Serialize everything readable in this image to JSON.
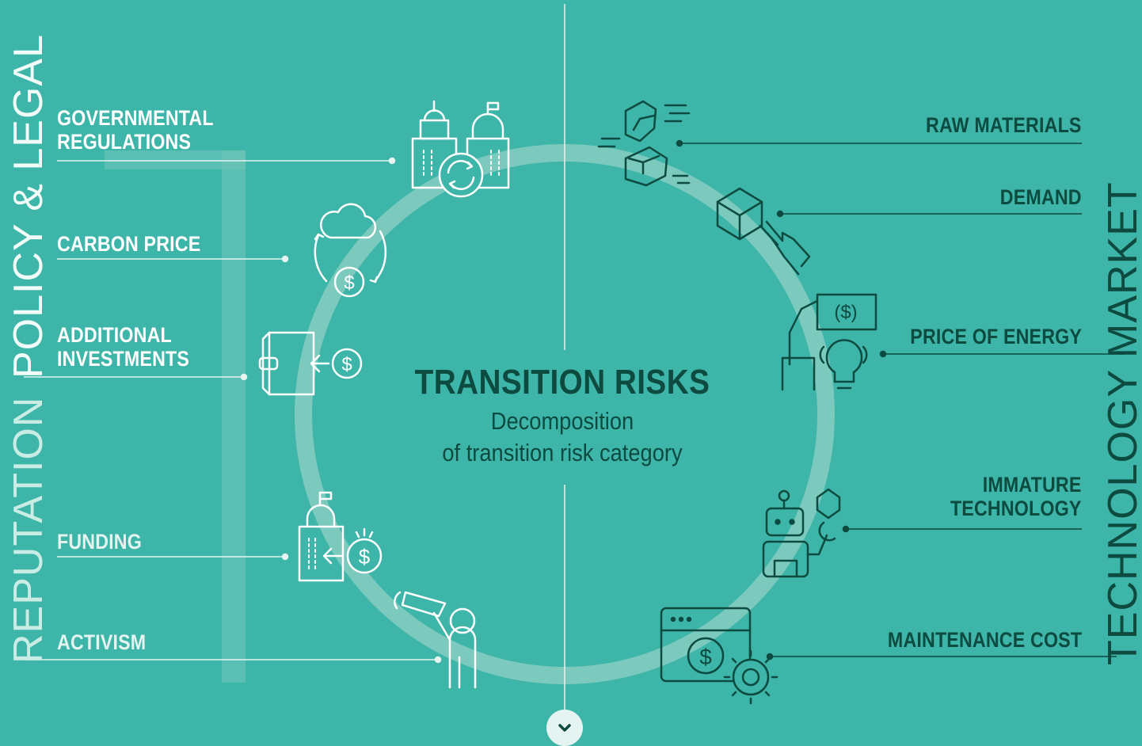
{
  "center": {
    "title": "TRANSITION RISKS",
    "subtitle": "Decomposition\nof transition risk category"
  },
  "categories": {
    "policy_legal": "POLICY & LEGAL",
    "reputation": "REPUTATION",
    "market": "MARKET",
    "technology": "TECHNOLOGY"
  },
  "left_items": {
    "governmental_regulations": "GOVERNMENTAL\nREGULATIONS",
    "carbon_price": "CARBON PRICE",
    "additional_investments": "ADDITIONAL\nINVESTMENTS",
    "funding": "FUNDING",
    "activism": "ACTIVISM"
  },
  "right_items": {
    "raw_materials": "RAW MATERIALS",
    "demand": "DEMAND",
    "price_of_energy": "PRICE OF ENERGY",
    "immature_technology": "IMMATURE\nTECHNOLOGY",
    "maintenance_cost": "MAINTENANCE COST"
  },
  "icons": {
    "governmental_regulations": "government-buildings-refresh-icon",
    "carbon_price": "cloud-dollar-cycle-icon",
    "additional_investments": "wallet-dollar-icon",
    "funding": "building-dollar-icon",
    "activism": "megaphone-person-icon",
    "raw_materials": "rocks-icon",
    "demand": "box-hand-icon",
    "price_of_energy": "hand-money-lightbulb-icon",
    "immature_technology": "robot-cube-icon",
    "maintenance_cost": "browser-dollar-gear-icon",
    "scroll": "chevron-down-icon"
  },
  "colors": {
    "background": "#3db5a8",
    "ring": "#7cc9bd",
    "dark_text": "#0d4a40",
    "light_text": "#ffffff"
  }
}
